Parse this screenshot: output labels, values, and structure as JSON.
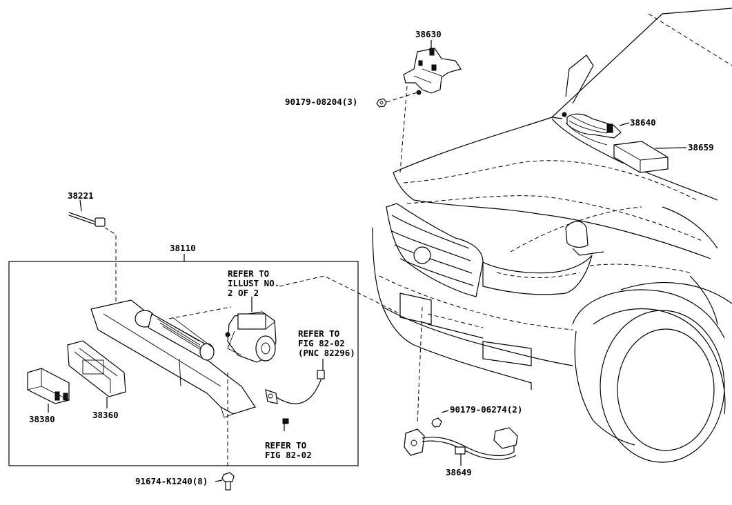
{
  "labels": {
    "p38630": "38630",
    "p90179_08204": "90179-08204(3)",
    "p38640": "38640",
    "p38659": "38659",
    "p38221": "38221",
    "p38110": "38110",
    "refer_illust_1": "REFER TO",
    "refer_illust_2": "ILLUST NO.",
    "refer_illust_3": "2 OF 2",
    "refer_fig_a_1": "REFER TO",
    "refer_fig_a_2": "FIG 82-02",
    "refer_fig_a_3": "(PNC 82296)",
    "p38380": "38380",
    "p38360": "38360",
    "refer_fig_b_1": "REFER TO",
    "refer_fig_b_2": "FIG 82-02",
    "p90179_06274": "90179-06274(2)",
    "p38649": "38649",
    "p91674_K1240": "91674-K1240(8)"
  }
}
